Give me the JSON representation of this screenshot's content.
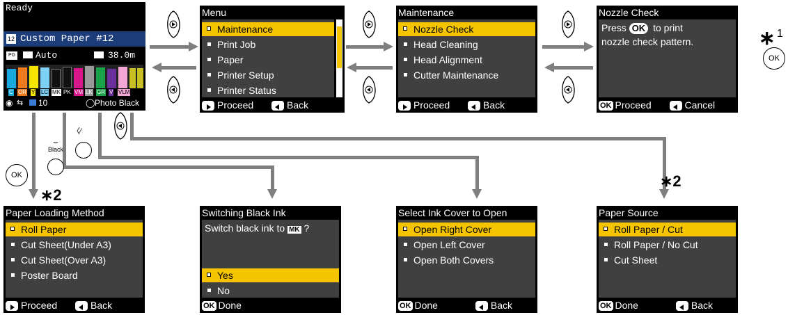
{
  "status": {
    "title": "Ready",
    "paper_name": "Custom Paper #12",
    "auto": "Auto",
    "length": "38.0m",
    "ink_labels": [
      "C",
      "OR",
      "Y",
      "LC",
      "MK",
      "PK",
      "VM",
      "LK",
      "GR",
      "V",
      "VLM"
    ],
    "count": "10",
    "black": "Photo Black"
  },
  "menu": {
    "title": "Menu",
    "items": [
      "Maintenance",
      "Print Job",
      "Paper",
      "Printer Setup",
      "Printer Status"
    ],
    "foot_left": "Proceed",
    "foot_right": "Back"
  },
  "maintenance": {
    "title": "Maintenance",
    "items": [
      "Nozzle Check",
      "Head Cleaning",
      "Head Alignment",
      "Cutter Maintenance"
    ],
    "foot_left": "Proceed",
    "foot_right": "Back"
  },
  "nozzle": {
    "title": "Nozzle Check",
    "line1a": "Press",
    "ok": "OK",
    "line1b": "to print",
    "line2": "nozzle check pattern.",
    "foot_left": "Proceed",
    "foot_right": "Cancel"
  },
  "paper_loading": {
    "title": "Paper Loading Method",
    "items": [
      "Roll Paper",
      "Cut Sheet(Under A3)",
      "Cut Sheet(Over A3)",
      "Poster Board"
    ],
    "foot_left": "Proceed",
    "foot_right": "Back"
  },
  "switch_black": {
    "title": "Switching Black Ink",
    "prompt": "Switch black ink to",
    "mk": "MK",
    "q": "?",
    "items": [
      "Yes",
      "No"
    ],
    "foot": "Done"
  },
  "ink_cover": {
    "title": "Select Ink Cover to Open",
    "items": [
      "Open Right Cover",
      "Open Left Cover",
      "Open Both Covers"
    ],
    "foot_left": "Done",
    "foot_right": "Back"
  },
  "paper_source": {
    "title": "Paper Source",
    "items": [
      "Roll Paper / Cut",
      "Roll Paper / No Cut",
      "Cut Sheet"
    ],
    "foot_left": "Done",
    "foot_right": "Back"
  },
  "notes": {
    "star1": "∗",
    "n1": "1",
    "star2": "∗2",
    "star2b": "∗2",
    "ok": "OK",
    "black_label": "Black"
  },
  "colors": {
    "highlight": "#f4c400",
    "arrow": "#7f7f7f"
  }
}
